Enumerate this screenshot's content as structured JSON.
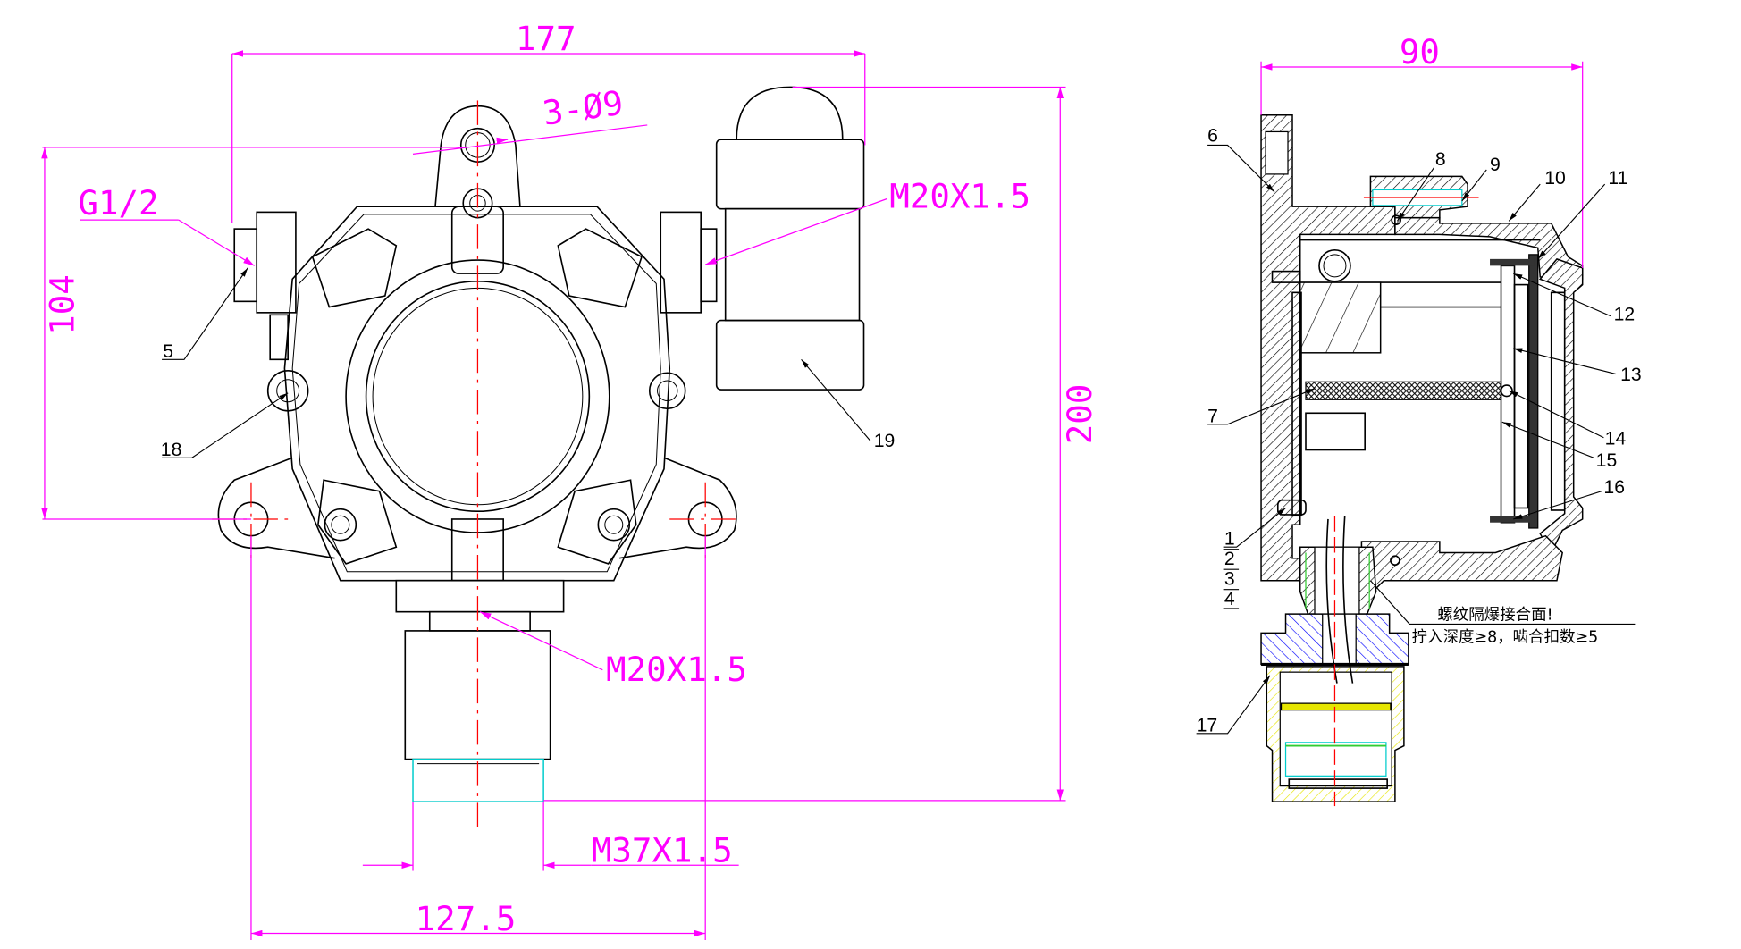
{
  "colors": {
    "dimension": "#ff00ff",
    "centerline": "#ff0000",
    "outline": "#000000",
    "seal_blue": "#0000ff",
    "seal_yellow": "#e6e600",
    "seal_green": "#33cc33",
    "thread_cyan": "#00cccc"
  },
  "front_view": {
    "dimensions": {
      "width_total": "177",
      "holes": "3-Ø9",
      "gas_inlet": "G1/2",
      "side_thread": "M20X1.5",
      "hole_vertical_spacing": "104",
      "height_total": "200",
      "bottom_thread": "M20X1.5",
      "sensor_thread": "M37X1.5",
      "hole_horizontal_spacing": "127.5"
    },
    "part_numbers": [
      "5",
      "18",
      "19"
    ]
  },
  "section_view": {
    "dimensions": {
      "depth": "90"
    },
    "part_numbers": {
      "p1": "1",
      "p2": "2",
      "p3": "3",
      "p4": "4",
      "p6": "6",
      "p7": "7",
      "p8": "8",
      "p9": "9",
      "p10": "10",
      "p11": "11",
      "p12": "12",
      "p13": "13",
      "p14": "14",
      "p15": "15",
      "p16": "16",
      "p17": "17"
    },
    "note_line1": "螺纹隔爆接合面!",
    "note_line2": "拧入深度≥8，啮合扣数≥5"
  }
}
